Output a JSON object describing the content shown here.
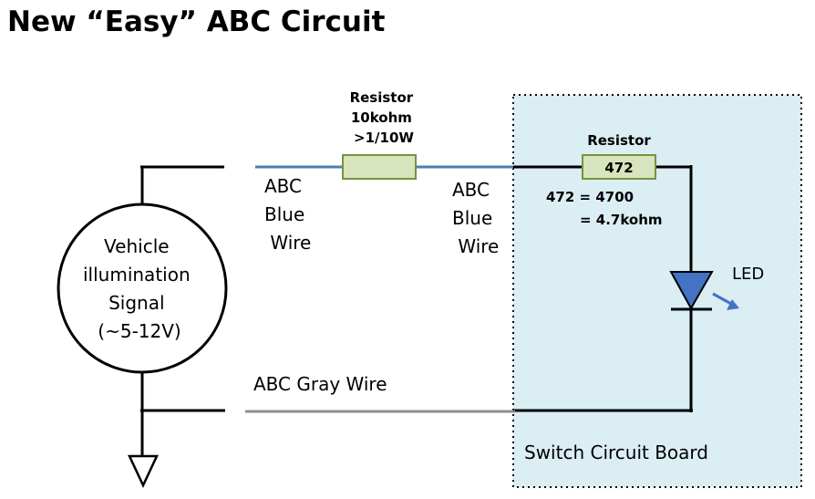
{
  "title": "New “Easy” ABC Circuit",
  "source": {
    "lines": [
      "Vehicle",
      "illumination",
      "Signal",
      "(~5-12V)"
    ]
  },
  "resistor1": {
    "label_lines": [
      "Resistor",
      "10kohm",
      ">1/10W"
    ]
  },
  "blue_wire_left": {
    "lines": [
      "ABC",
      "Blue",
      " Wire"
    ]
  },
  "blue_wire_right": {
    "lines": [
      "ABC",
      "Blue",
      " Wire"
    ]
  },
  "gray_wire": {
    "label": "ABC Gray Wire"
  },
  "board": {
    "label": "Switch Circuit Board",
    "fill_color": "#daeef3"
  },
  "resistor2": {
    "label": "Resistor",
    "code": "472",
    "note_lines": [
      "472 = 4700",
      "= 4.7kohm"
    ]
  },
  "led": {
    "label": "LED",
    "color": "#4472c4"
  },
  "colors": {
    "blue_wire": "#4a7eb0",
    "gray_wire": "#8c8c8c",
    "resistor_fill": "#d7e4bd",
    "resistor_stroke": "#77933c"
  }
}
